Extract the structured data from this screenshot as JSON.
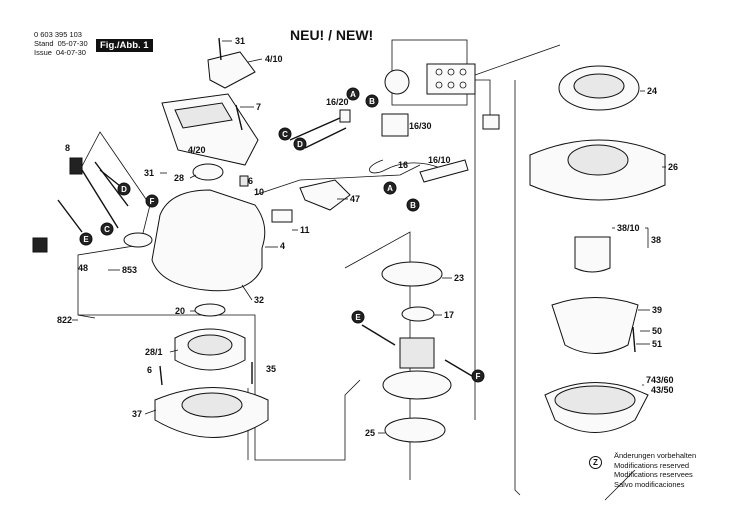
{
  "header": {
    "part_number": "0 603 395 103",
    "stand_label": "Stand",
    "stand_value": "05-07-30",
    "issue_label": "Issue",
    "issue_value": "04-07-30",
    "figure_label": "Fig./Abb. 1",
    "title": "NEU! / NEW!"
  },
  "labels": {
    "p31": "31",
    "p4_10": "4/10",
    "p7": "7",
    "p16_20": "16/20",
    "p4_20": "4/20",
    "p16_30": "16/30",
    "p16": "16",
    "p16_10": "16/10",
    "p8": "8",
    "p31b": "31",
    "p28": "28",
    "p6": "6",
    "p10": "10",
    "p47": "47",
    "p11": "11",
    "p4": "4",
    "p48": "48",
    "p853": "853",
    "p32": "32",
    "p822": "822",
    "p20": "20",
    "p28_1": "28/1",
    "p6b": "6",
    "p35": "35",
    "p37": "37",
    "p24": "24",
    "p26": "26",
    "p38_10": "38/10",
    "p38": "38",
    "p23": "23",
    "p17": "17",
    "p39": "39",
    "p50": "50",
    "p51": "51",
    "p743_60": "743/60",
    "p43_50": "43/50",
    "p25": "25"
  },
  "connectors": {
    "A": "A",
    "B": "B",
    "C": "C",
    "D": "D",
    "E": "E",
    "F": "F"
  },
  "footer": {
    "z": "Z",
    "notes": [
      "Änderungen vorbehalten",
      "Modifications reserved",
      "Modifications reservees",
      "Salvo modificaciones"
    ]
  }
}
